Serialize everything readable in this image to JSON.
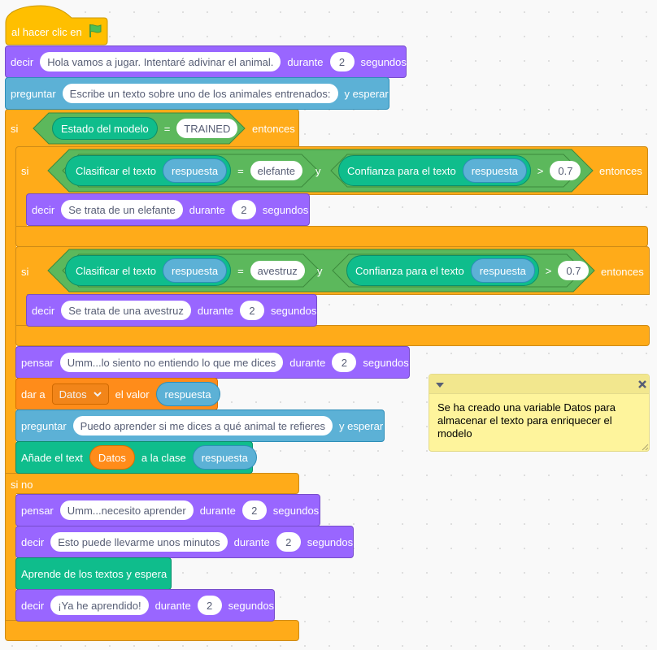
{
  "script": {
    "hat": {
      "label": "al hacer clic en",
      "icon": "green-flag-icon"
    },
    "say_intro": {
      "label": "decir",
      "message": "Hola vamos a jugar. Intentaré adivinar el animal.",
      "for_label": "durante",
      "seconds": "2",
      "unit": "segundos"
    },
    "ask_text": {
      "label": "preguntar",
      "question": "Escribe un texto sobre uno de los animales entrenados:",
      "wait_label": "y esperar"
    },
    "if_model": {
      "if_label": "si",
      "reporter": "Estado del modelo",
      "eq": "=",
      "value": "TRAINED",
      "then_label": "entonces",
      "else_label": "si no"
    },
    "if_elephant": {
      "if_label": "si",
      "classify": "Clasificar el texto",
      "answer": "respuesta",
      "eq": "=",
      "value": "elefante",
      "and": "y",
      "confidence": "Confianza para el texto",
      "answer2": "respuesta",
      "gt": ">",
      "threshold": "0.7",
      "then_label": "entonces",
      "say": {
        "label": "decir",
        "message": "Se trata de un elefante",
        "for_label": "durante",
        "seconds": "2",
        "unit": "segundos"
      }
    },
    "if_ostrich": {
      "if_label": "si",
      "classify": "Clasificar el texto",
      "answer": "respuesta",
      "eq": "=",
      "value": "avestruz",
      "and": "y",
      "confidence": "Confianza para el texto",
      "answer2": "respuesta",
      "gt": ">",
      "threshold": "0.7",
      "then_label": "entonces",
      "say": {
        "label": "decir",
        "message": "Se trata de una avestruz",
        "for_label": "durante",
        "seconds": "2",
        "unit": "segundos"
      }
    },
    "think_sorry": {
      "label": "pensar",
      "message": "Umm...lo siento no entiendo lo que me dices",
      "for_label": "durante",
      "seconds": "2",
      "unit": "segundos"
    },
    "set_var": {
      "label": "dar a",
      "variable": "Datos",
      "value_label": "el valor",
      "value": "respuesta"
    },
    "ask_learn": {
      "label": "preguntar",
      "question": "Puedo aprender si me dices a qué animal te refieres",
      "wait_label": "y esperar"
    },
    "add_text": {
      "label": "Añade el text",
      "variable": "Datos",
      "to_class": "a la clase",
      "class": "respuesta"
    },
    "think_learn": {
      "label": "pensar",
      "message": "Umm...necesito aprender",
      "for_label": "durante",
      "seconds": "2",
      "unit": "segundos"
    },
    "say_wait": {
      "label": "decir",
      "message": "Esto puede llevarme unos minutos",
      "for_label": "durante",
      "seconds": "2",
      "unit": "segundos"
    },
    "train": {
      "label": "Aprende de los textos y espera"
    },
    "say_done": {
      "label": "decir",
      "message": "¡Ya he aprendido!",
      "for_label": "durante",
      "seconds": "2",
      "unit": "segundos"
    }
  },
  "comment": {
    "text": "Se ha creado una variable Datos para almacenar el texto para enriquecer el modelo",
    "collapse_icon": "triangle-down-icon",
    "close_icon": "close-icon"
  },
  "colors": {
    "looks": "#9966ff",
    "sensing": "#5cb1d6",
    "control": "#ffab19",
    "events": "#ffbf00",
    "ml_text": "#0fbd8c",
    "ml_boolean": "#5cb85c",
    "variables": "#ff8c1a",
    "comment": "#fef49c"
  }
}
